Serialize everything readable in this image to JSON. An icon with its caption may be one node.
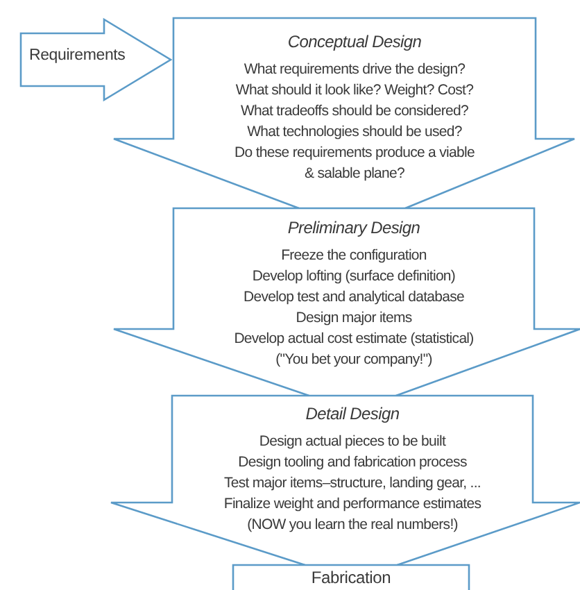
{
  "diagram": {
    "nodes": [
      {
        "text": [
          "Requirements"
        ]
      },
      {
        "text": [
          "Conceptual Design",
          "What requirements drive the design?",
          "What should it look like? Weight? Cost?",
          "What tradeoffs should be considered?",
          "What technologies should be used?",
          "Do these requirements produce a viable & salable plane?"
        ]
      },
      {
        "text": [
          "Preliminary Design",
          "Freeze the configuration",
          "Develop lofting (surface definition)",
          "Develop test and analytical database",
          "Design major items",
          "Develop actual cost estimate (statistical)",
          "(\"You bet your company!\")"
        ]
      },
      {
        "text": [
          "Detail Design",
          "Design actual pieces to be built",
          "Design tooling and fabrication process",
          "Test major items–structure, landing gear, ...",
          "Finalize weight and performance estimates",
          "(NOW you learn the real numbers!)"
        ]
      },
      {
        "text": [
          "Fabrication"
        ]
      }
    ]
  }
}
